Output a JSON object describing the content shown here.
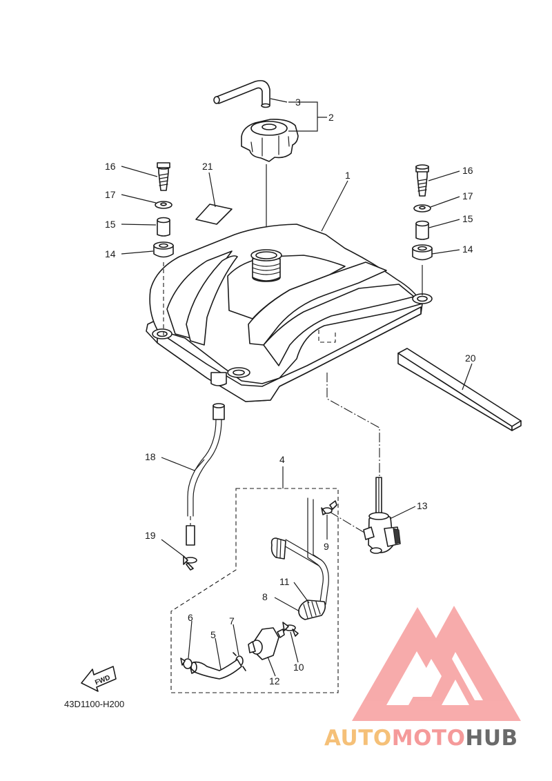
{
  "diagram_code": "43D1100-H200",
  "fwd_label": "FWD",
  "brand": {
    "part1": "AUTO",
    "part2": "MOTO",
    "part3": "HUB",
    "colors": {
      "part1": "#f5c078",
      "part2": "#f59a9a",
      "part3": "#6a6a6a",
      "logo": "#f59a9a"
    }
  },
  "callouts": {
    "c1": "1",
    "c2": "2",
    "c3": "3",
    "c4": "4",
    "c5": "5",
    "c6": "6",
    "c7": "7",
    "c8": "8",
    "c9": "9",
    "c10": "10",
    "c11": "11",
    "c12": "12",
    "c13": "13",
    "c14a": "14",
    "c14b": "14",
    "c15a": "15",
    "c15b": "15",
    "c16a": "16",
    "c16b": "16",
    "c17a": "17",
    "c17b": "17",
    "c18": "18",
    "c19": "19",
    "c20": "20",
    "c21": "21"
  }
}
